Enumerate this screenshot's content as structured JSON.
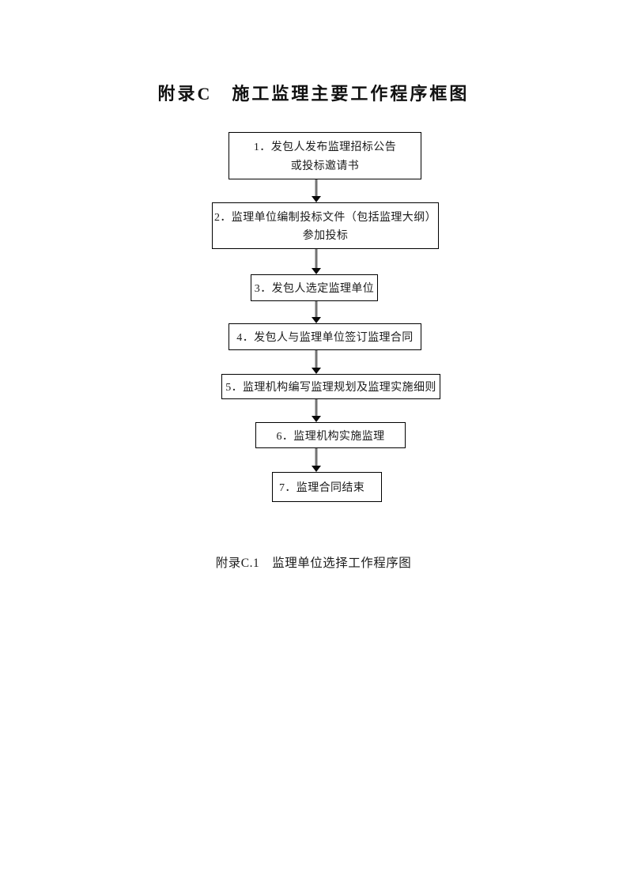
{
  "page": {
    "title": "附录C　施工监理主要工作程序框图",
    "caption": "附录C.1　监理单位选择工作程序图"
  },
  "flowchart": {
    "steps": [
      {
        "lines": [
          "1．发包人发布监理招标公告",
          "或投标邀请书"
        ]
      },
      {
        "lines": [
          "2．监理单位编制投标文件（包括监理大纲）",
          "参加投标"
        ]
      },
      {
        "lines": [
          "3．发包人选定监理单位"
        ]
      },
      {
        "lines": [
          "4．发包人与监理单位签订监理合同"
        ]
      },
      {
        "lines": [
          "5．监理机构编写监理规划及监理实施细则"
        ]
      },
      {
        "lines": [
          "6．监理机构实施监理"
        ]
      },
      {
        "lines": [
          "7．监理合同结束"
        ]
      }
    ]
  },
  "colors": {
    "page_background": "#ffffff",
    "box_border": "#000000",
    "text": "#1c1c1c",
    "arrow_shaft": "#737373",
    "arrow_head": "#0a0a0a"
  }
}
